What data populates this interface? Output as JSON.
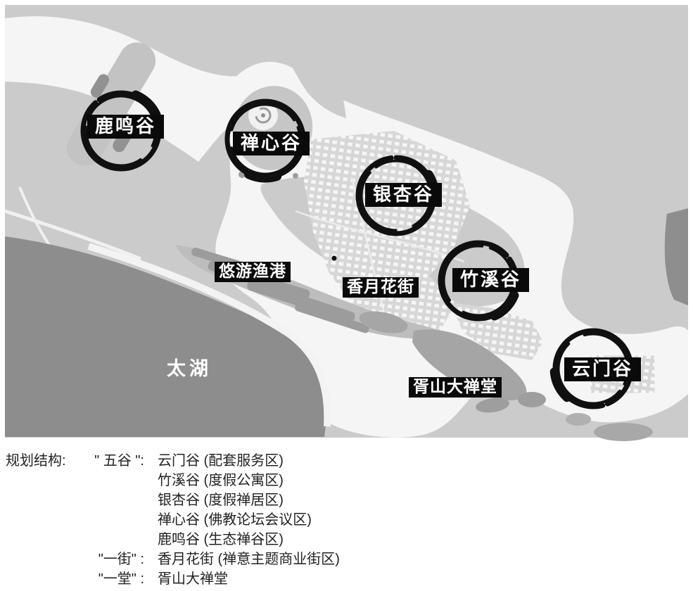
{
  "map": {
    "valleys": [
      {
        "name": "鹿鸣谷"
      },
      {
        "name": "禅心谷"
      },
      {
        "name": "银杏谷"
      },
      {
        "name": "竹溪谷"
      },
      {
        "name": "云门谷"
      }
    ],
    "labels": {
      "harbor": "悠游渔港",
      "street": "香月花街",
      "hall": "胥山大禅堂",
      "lake": "太湖"
    },
    "colors": {
      "background": "#cbcbcb",
      "land": "#f5f5f5",
      "lake_water": "#8d8d8d",
      "harbor_gray": "#9c9c9c",
      "label_bg": "#0a0a0a",
      "label_text": "#ffffff",
      "ink_circle": "#101010"
    }
  },
  "legend": {
    "prefix": "规划结构:",
    "five_valleys_key": "\" 五谷 \":",
    "five_valleys": [
      "云门谷 (配套服务区)",
      "竹溪谷 (度假公寓区)",
      "银杏谷 (度假禅居区)",
      "禅心谷 (佛教论坛会议区)",
      "鹿鸣谷 (生态禅谷区)"
    ],
    "street_key": "\"一街\" :",
    "street_value": "香月花街 (禅意主题商业街区)",
    "hall_key": "\"一堂\" :",
    "hall_value": "胥山大禅堂"
  }
}
